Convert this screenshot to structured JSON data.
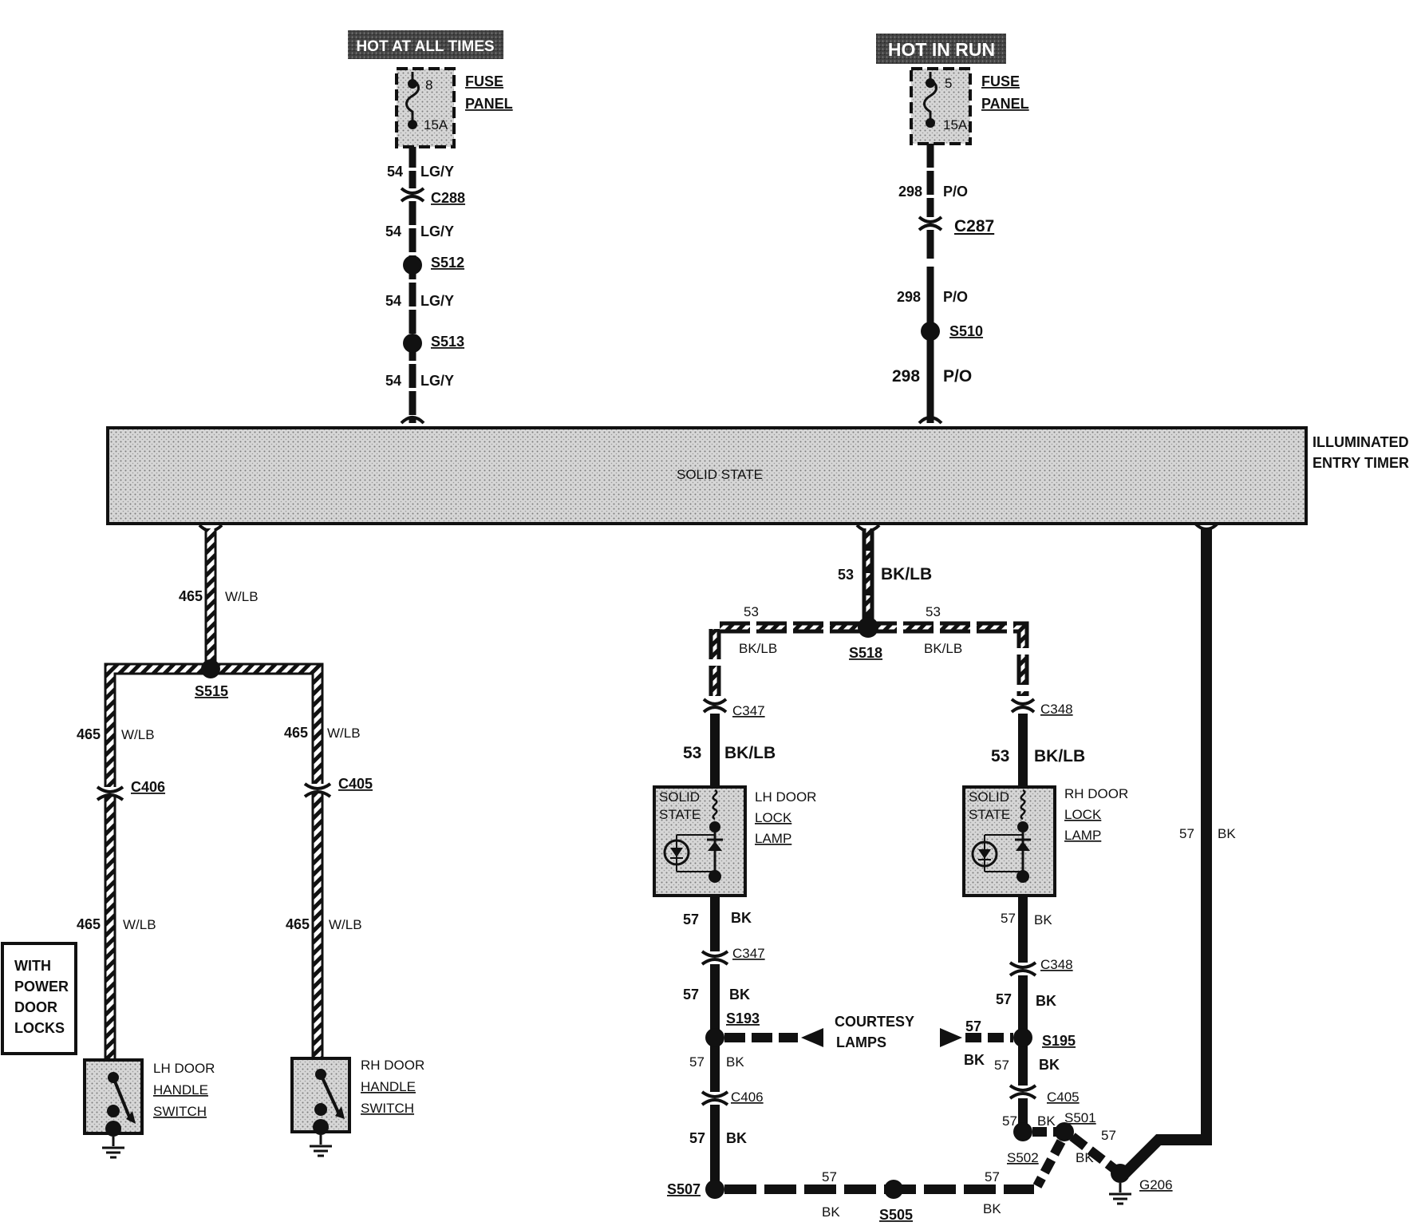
{
  "sources": {
    "left": {
      "header": "HOT AT ALL TIMES",
      "fuse_number": "8",
      "fuse_rating": "15A",
      "fuse_panel": [
        "FUSE",
        "PANEL"
      ]
    },
    "right": {
      "header": "HOT IN RUN",
      "fuse_number": "5",
      "fuse_rating": "15A",
      "fuse_panel": [
        "FUSE",
        "PANEL"
      ]
    }
  },
  "wires_top_left": [
    {
      "circuit": "54",
      "color": "LG/Y"
    },
    {
      "circuit": "54",
      "color": "LG/Y"
    },
    {
      "circuit": "54",
      "color": "LG/Y"
    },
    {
      "circuit": "54",
      "color": "LG/Y"
    }
  ],
  "wires_top_right": [
    {
      "circuit": "298",
      "color": "P/O"
    },
    {
      "circuit": "298",
      "color": "P/O"
    },
    {
      "circuit": "298",
      "color": "P/O"
    }
  ],
  "connectors": {
    "c288": "C288",
    "s512": "S512",
    "s513": "S513",
    "c287": "C287",
    "s510": "S510",
    "s515": "S515",
    "c406": "C406",
    "c405": "C405",
    "s518": "S518",
    "c347_top": "C347",
    "c348_top": "C348",
    "c347_bot": "C347",
    "c348_bot": "C348",
    "s193": "S193",
    "s195": "S195",
    "c406_b": "C406",
    "c405_b": "C405",
    "s501": "S501",
    "s502": "S502",
    "s507": "S507",
    "s505": "S505",
    "g206": "G206"
  },
  "timer": {
    "center_text": "SOLID STATE",
    "name": [
      "ILLUMINATED",
      "ENTRY TIMER"
    ]
  },
  "left_branch": {
    "trunk": {
      "circuit": "465",
      "color": "W/LB"
    },
    "lh_upper": {
      "circuit": "465",
      "color": "W/LB"
    },
    "rh_upper": {
      "circuit": "465",
      "color": "W/LB"
    },
    "lh_lower": {
      "circuit": "465",
      "color": "W/LB"
    },
    "rh_lower": {
      "circuit": "465",
      "color": "W/LB"
    },
    "lh_switch": [
      "LH DOOR",
      "HANDLE",
      "SWITCH"
    ],
    "rh_switch": [
      "RH DOOR",
      "HANDLE",
      "SWITCH"
    ],
    "note": [
      "WITH",
      "POWER",
      "DOOR",
      "LOCKS"
    ]
  },
  "right_branch": {
    "trunk": {
      "circuit": "53",
      "color": "BK/LB"
    },
    "left_top": {
      "circuit": "53",
      "color": "BK/LB"
    },
    "right_top": {
      "circuit": "53",
      "color": "BK/LB"
    },
    "lh_feed": {
      "circuit": "53",
      "color": "BK/LB"
    },
    "rh_feed": {
      "circuit": "53",
      "color": "BK/LB"
    },
    "lh_lamp": [
      "LH DOOR",
      "LOCK",
      "LAMP"
    ],
    "rh_lamp": [
      "RH DOOR",
      "LOCK",
      "LAMP"
    ],
    "solid_state": [
      "SOLID",
      "STATE"
    ],
    "courtesy": [
      "COURTESY",
      "LAMPS"
    ],
    "ground_main": {
      "circuit": "57",
      "color": "BK"
    }
  },
  "bk_labels": {
    "circuit": "57",
    "color": "BK"
  }
}
